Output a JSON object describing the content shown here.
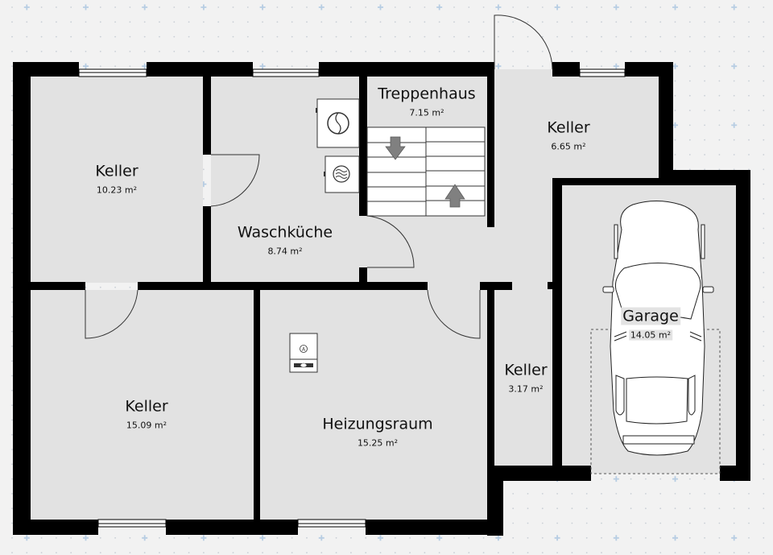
{
  "plan": {
    "colors": {
      "background": "#f2f2f2",
      "floor": "#e2e2e2",
      "wall": "#000000",
      "grid_dot": "#c9cfd6",
      "grid_cross": "#b7cde3",
      "fixture": "#ffffff",
      "arrow": "#808080"
    },
    "rooms": [
      {
        "id": "keller-1",
        "name": "Keller",
        "area": "10.23 m²"
      },
      {
        "id": "waschkueche",
        "name": "Waschküche",
        "area": "8.74 m²"
      },
      {
        "id": "treppenhaus",
        "name": "Treppenhaus",
        "area": "7.15 m²"
      },
      {
        "id": "keller-2",
        "name": "Keller",
        "area": "6.65 m²"
      },
      {
        "id": "keller-3",
        "name": "Keller",
        "area": "15.09 m²"
      },
      {
        "id": "heizungsraum",
        "name": "Heizungsraum",
        "area": "15.25 m²"
      },
      {
        "id": "keller-4",
        "name": "Keller",
        "area": "3.17 m²"
      },
      {
        "id": "garage",
        "name": "Garage",
        "area": "14.05 m²"
      }
    ],
    "fixtures": {
      "dryer": "dryer-icon",
      "washer": "washing-machine-icon",
      "boiler": "boiler-icon",
      "boiler_symbol": "A",
      "car": "car-icon",
      "stairs_down": "arrow-down-icon",
      "stairs_up": "arrow-up-icon"
    }
  }
}
